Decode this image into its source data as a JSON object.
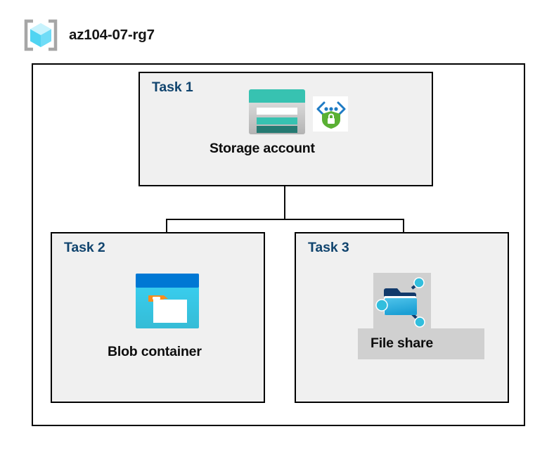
{
  "header": {
    "icon": "resource-group-icon",
    "title": "az104-07-rg7"
  },
  "diagram": {
    "type": "azure-architecture",
    "container": {
      "name": "resource-group-boundary",
      "label": "az104-07-rg7"
    },
    "panels": [
      {
        "id": "task1",
        "label": "Task 1",
        "node": {
          "caption": "Storage account",
          "icon": "storage-account-icon",
          "badge_icon": "secure-endpoint-shield-icon"
        }
      },
      {
        "id": "task2",
        "label": "Task 2",
        "node": {
          "caption": "Blob container",
          "icon": "blob-container-icon"
        }
      },
      {
        "id": "task3",
        "label": "Task 3",
        "node": {
          "caption": "File share",
          "icon": "file-share-icon",
          "highlighted": true
        }
      }
    ],
    "connections": [
      {
        "from": "Storage account",
        "to": "Blob container"
      },
      {
        "from": "Storage account",
        "to": "File share"
      }
    ],
    "colors": {
      "panel_fill": "#f0f0f0",
      "panel_border": "#000000",
      "task_label": "#10446e",
      "caption": "#0d0d0d",
      "highlight": "#d0d0d0",
      "storage_teal": "#37c2b1",
      "storage_teal_dark": "#257a72",
      "blob_blue": "#0078d4",
      "blob_cyan": "#32bedd",
      "blob_orange": "#f78d1e",
      "shield_green": "#5ab034",
      "cube_cyan": "#50e6ff",
      "bracket_gray": "#a0a0a0"
    }
  }
}
